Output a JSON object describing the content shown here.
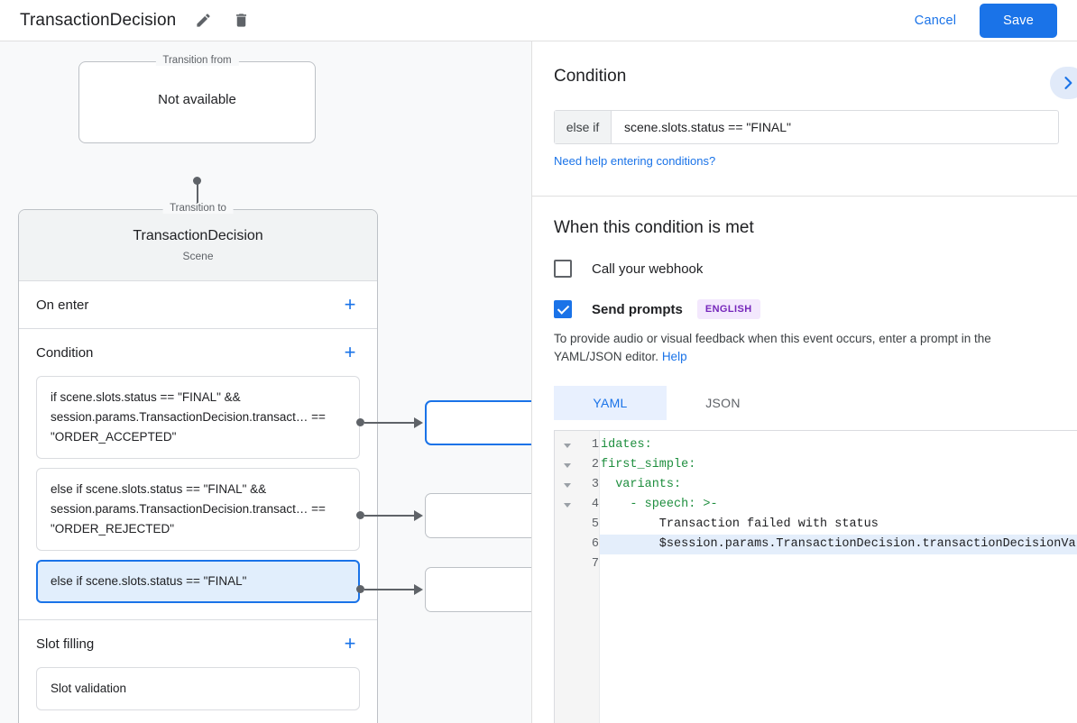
{
  "topbar": {
    "title": "TransactionDecision",
    "edit_icon": "pencil-icon",
    "delete_icon": "trash-icon",
    "cancel_label": "Cancel",
    "save_label": "Save",
    "save_bg": "#1a73e8",
    "link_color": "#1a73e8"
  },
  "canvas": {
    "transition_from": {
      "legend": "Transition from",
      "value": "Not available"
    },
    "transition_to": {
      "legend": "Transition to",
      "scene_name": "TransactionDecision",
      "scene_type": "Scene"
    },
    "sections": [
      {
        "title": "On enter",
        "add_label": "+",
        "items": []
      },
      {
        "title": "Condition",
        "add_label": "+",
        "items": [
          {
            "text": "if scene.slots.status == \"FINAL\" && session.params.TransactionDecision.transact… == \"ORDER_ACCEPTED\"",
            "selected": false
          },
          {
            "text": "else if scene.slots.status == \"FINAL\" && session.params.TransactionDecision.transact… == \"ORDER_REJECTED\"",
            "selected": false
          },
          {
            "text": "else if scene.slots.status == \"FINAL\"",
            "selected": true
          }
        ]
      },
      {
        "title": "Slot filling",
        "add_label": "+",
        "items": [
          {
            "text": "Slot validation",
            "selected": false
          }
        ]
      }
    ]
  },
  "right_panel": {
    "condition": {
      "heading": "Condition",
      "expand_icon": "chevron-right-icon",
      "prefix": "else if",
      "expression": "scene.slots.status == \"FINAL\"",
      "help_link": "Need help entering conditions?"
    },
    "when_met": {
      "heading": "When this condition is met",
      "webhook": {
        "label": "Call your webhook",
        "checked": false
      },
      "send_prompts": {
        "label": "Send prompts",
        "checked": true,
        "badge": "ENGLISH",
        "badge_bg": "#f3e8fd",
        "badge_color": "#7627bb"
      },
      "description": "To provide audio or visual feedback when this event occurs, enter a prompt in the YAML/JSON editor.",
      "help_label": "Help"
    },
    "editor": {
      "tabs": [
        {
          "label": "YAML",
          "active": true
        },
        {
          "label": "JSON",
          "active": false
        }
      ],
      "lines": [
        {
          "n": "1",
          "fold": true,
          "text": "idates:",
          "kind": "key",
          "hl": false
        },
        {
          "n": "2",
          "fold": true,
          "text": "first_simple:",
          "kind": "key",
          "hl": false
        },
        {
          "n": "3",
          "fold": true,
          "text": "  variants:",
          "kind": "key",
          "hl": false
        },
        {
          "n": "4",
          "fold": true,
          "text": "    - speech: >-",
          "kind": "key",
          "hl": false
        },
        {
          "n": "5",
          "fold": false,
          "text": "        Transaction failed with status",
          "kind": "plain",
          "hl": false
        },
        {
          "n": "6",
          "fold": false,
          "text": "        $session.params.TransactionDecision.transactionDecisionValue.transactionStatus",
          "kind": "plain",
          "hl": true
        },
        {
          "n": "7",
          "fold": false,
          "text": "",
          "kind": "plain",
          "hl": false
        }
      ]
    }
  }
}
